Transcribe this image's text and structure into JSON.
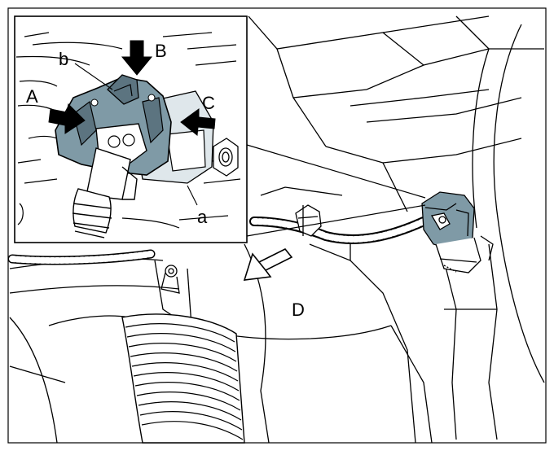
{
  "colors": {
    "line": "#000000",
    "paper": "#ffffff",
    "connector_fill": "#7f9aa6",
    "connector_dark": "#5c7480",
    "highlight_fill": "#dfe7eb"
  },
  "callouts": {
    "a": "a",
    "b": "b",
    "A": "A",
    "B": "B",
    "C": "C",
    "D": "D"
  },
  "icons": {
    "push_arrow": "push-arrow-icon",
    "direction_arrow": "direction-arrow-icon"
  }
}
